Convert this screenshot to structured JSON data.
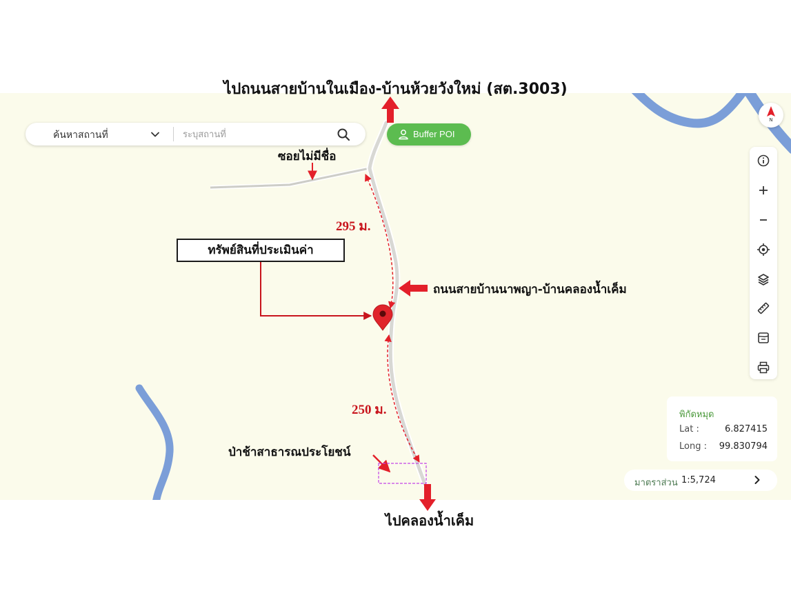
{
  "annotations": {
    "top_destination": "ไปถนนสายบ้านในเมือง-บ้านห้วยวังใหม่ (สต.3003)",
    "bottom_destination": "ไปคลองน้ำเค็ม",
    "unnamed_soi": "ซอยไม่มีชื่อ",
    "distance_north": "295 ม.",
    "distance_south": "250 ม.",
    "property_label": "ทรัพย์สินที่ประเมินค่า",
    "main_road": "ถนนสายบ้านนาพญา-บ้านคลองน้ำเค็ม",
    "cemetery": "ป่าช้าสาธารณประโยชน์"
  },
  "search": {
    "category_label": "ค้นหาสถานที่",
    "placeholder": "ระบุสถานที่",
    "value": ""
  },
  "buffer_button": {
    "label": "Buffer POI",
    "icon": "person-icon"
  },
  "compass": {
    "label": "N",
    "icon": "compass-icon"
  },
  "toolbar": {
    "buttons": [
      {
        "icon": "info-icon"
      },
      {
        "icon": "zoom-in-icon"
      },
      {
        "icon": "zoom-out-icon"
      },
      {
        "icon": "locate-icon"
      },
      {
        "icon": "layers-icon"
      },
      {
        "icon": "ruler-icon"
      },
      {
        "icon": "bookmark-icon"
      },
      {
        "icon": "print-icon"
      }
    ]
  },
  "coordinates": {
    "title": "พิกัดหมุด",
    "lat_label": "Lat :",
    "lat_value": "6.827415",
    "long_label": "Long :",
    "long_value": "99.830794"
  },
  "scale": {
    "label": "มาตราส่วน",
    "value": "1:5,724"
  },
  "colors": {
    "map_background": "#fbfbeb",
    "annotation_red": "#e3202a",
    "river_blue": "#7b9ed8",
    "buffer_green": "#5cbc50",
    "cemetery_outline": "#c444e6"
  }
}
